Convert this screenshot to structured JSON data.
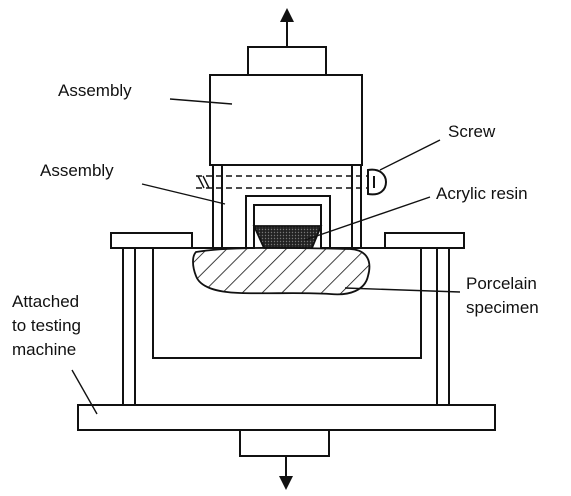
{
  "labels": {
    "assembly_upper": "Assembly",
    "assembly_lower": "Assembly",
    "screw": "Screw",
    "acrylic_resin": "Acrylic resin",
    "porcelain_line1": "Porcelain",
    "porcelain_line2": "specimen",
    "attached_line1": "Attached",
    "attached_line2": "to testing",
    "attached_line3": "machine"
  }
}
